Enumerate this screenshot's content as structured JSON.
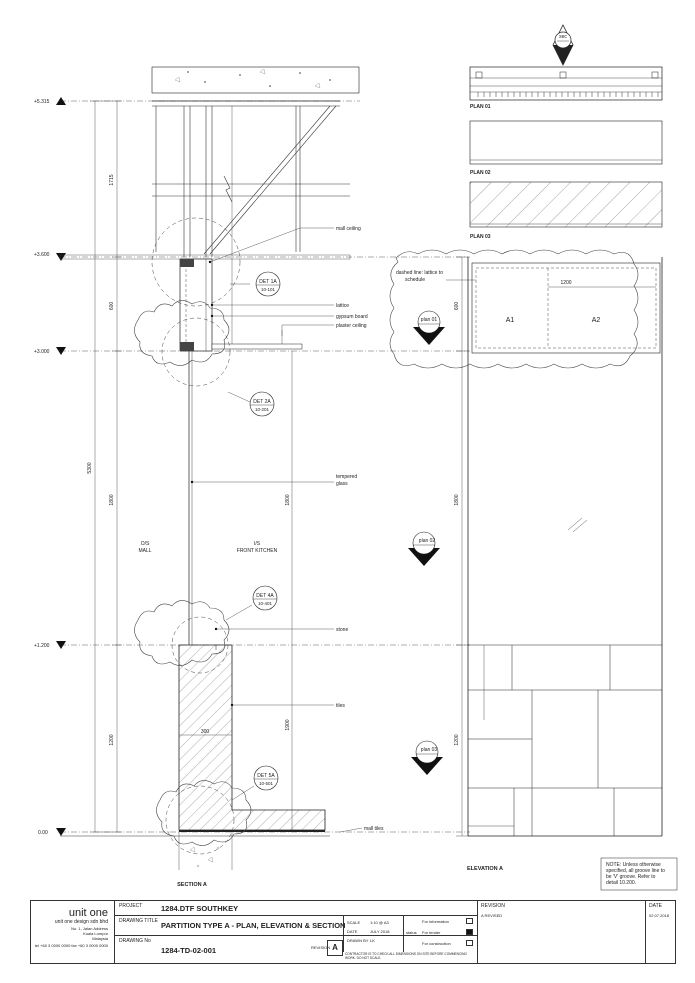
{
  "section_marker": "sec",
  "levels": [
    "+5.315",
    "+3.600",
    "+3.000",
    "+1.200",
    "0.00"
  ],
  "left_dims": [
    "1715",
    "600",
    "5300",
    "1800",
    "1200"
  ],
  "inner_dims": [
    "1800",
    "1900",
    "300"
  ],
  "right_dims": [
    "600",
    "1800",
    "1200",
    "1200"
  ],
  "annotations": {
    "mall_ceiling": "mall ceiling",
    "lattice": "lattice",
    "gypsum_board": "gypsum board",
    "plaster_ceiling": "plaster ceiling",
    "tempered_glass_1": "tempered",
    "tempered_glass_2": "glass",
    "stone": "stone",
    "tiles": "tiles",
    "mall_tiles": "mall tiles",
    "dashed_note_1": "dashed line: lattice to",
    "dashed_note_2": "schedule"
  },
  "details": [
    {
      "title": "DET 1A",
      "ref": "10-101"
    },
    {
      "title": "DET 2A",
      "ref": "10-201"
    },
    {
      "title": "DET 4A",
      "ref": "10-401"
    },
    {
      "title": "DET 5A",
      "ref": "10-501"
    }
  ],
  "plan_markers": [
    "plan 01",
    "plan 02",
    "plan 03"
  ],
  "zones": {
    "os_1": "O/S",
    "os_2": "MALL",
    "is_1": "I/S",
    "is_2": "FRONT KITCHEN"
  },
  "plan_labels": [
    "PLAN 01",
    "PLAN 02",
    "PLAN 03"
  ],
  "panel_labels": [
    "A1",
    "A2"
  ],
  "section_title": "SECTION A",
  "elevation_title": "ELEVATION A",
  "note": [
    "NOTE: Unless otherwise",
    "specified, all groove line to",
    "be 'V' groove. Refer to",
    "detail 10.200."
  ],
  "title_block": {
    "company": "unit one",
    "company_sub": "unit one design sdn bhd",
    "address": [
      "No. 1, Jalan Address",
      "Kuala Lumpur",
      "Malaysia"
    ],
    "contact": "tel +60 3 0000 0000  fax +60 3 0000 0000",
    "project_label": "PROJECT",
    "project": "1284.DTF SOUTHKEY",
    "drawing_title_label": "DRAWING TITLE",
    "drawing_title": "PARTITION TYPE A - PLAN, ELEVATION & SECTION",
    "drawing_no_label": "DRAWING No",
    "drawing_no": "1284-TD-02-001",
    "revision_label": "REVISION",
    "revision_letter": "A",
    "scale_label": "SCALE",
    "scale": "1:10 @ A3",
    "date_label": "DATE",
    "date": "JULY 2018",
    "drawn_label": "DRAWN BY",
    "drawn": "LK",
    "status_label": "status",
    "status_options": [
      "For information",
      "For tender",
      "For construction"
    ],
    "revision_header": "REVISION",
    "revision_entry": "A  REVISED",
    "date_header": "DATE",
    "date_entry": "02.07.2018",
    "disclaimer": "CONTRACTOR IS TO CHECK ALL DIMENSIONS ON SITE BEFORE COMMENCING WORK. DO NOT SCALE."
  }
}
